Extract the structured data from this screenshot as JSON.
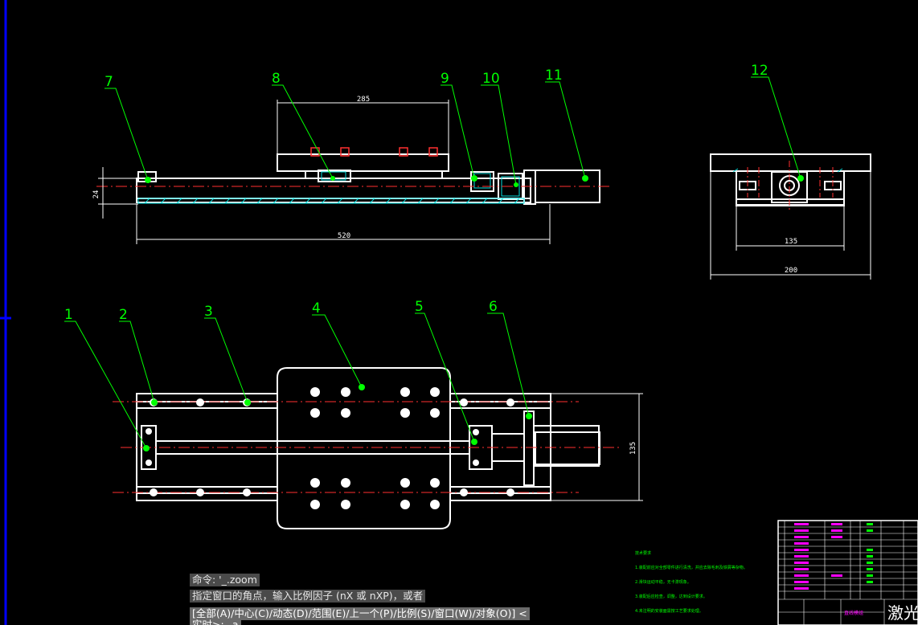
{
  "drawing": {
    "part_numbers": [
      "1",
      "2",
      "3",
      "4",
      "5",
      "6",
      "7",
      "8",
      "9",
      "10",
      "11",
      "12"
    ],
    "dimensions": {
      "top_carriage_length": "285",
      "top_height": "24",
      "top_overall_length": "520",
      "end_rail_spacing": "135",
      "end_overall_width": "200",
      "plan_width": "135"
    },
    "tech_notes": [
      "技术要求",
      "1.装配前应对全部零件进行清洗，并应去除毛刺及铁屑等杂物。",
      "2.滑块运动平稳，无卡滞现象。",
      "3.装配后应检查，调整，达到设计要求。",
      "4.未注明的安装面需按工艺要求处理。"
    ]
  },
  "title_block": {
    "company_label": "激光",
    "title_text": "直线模组"
  },
  "command_line": {
    "history_1": "命令: '_.zoom",
    "history_2": "指定窗口的角点，输入比例因子 (nX 或 nXP)，或者",
    "prompt_1": "[全部(A)/中心(C)/动态(D)/范围(E)/上一个(P)/比例(S)/窗口(W)/对象(O)] <",
    "prompt_2": "实时>: _a"
  },
  "colors": {
    "background": "#000000",
    "geometry": "#ffffff",
    "leader": "#00ff00",
    "centerline": "#ff3030",
    "hatch": "#00e0e0",
    "title_highlight": "#ff00ff",
    "crosshair": "#0000ff"
  }
}
